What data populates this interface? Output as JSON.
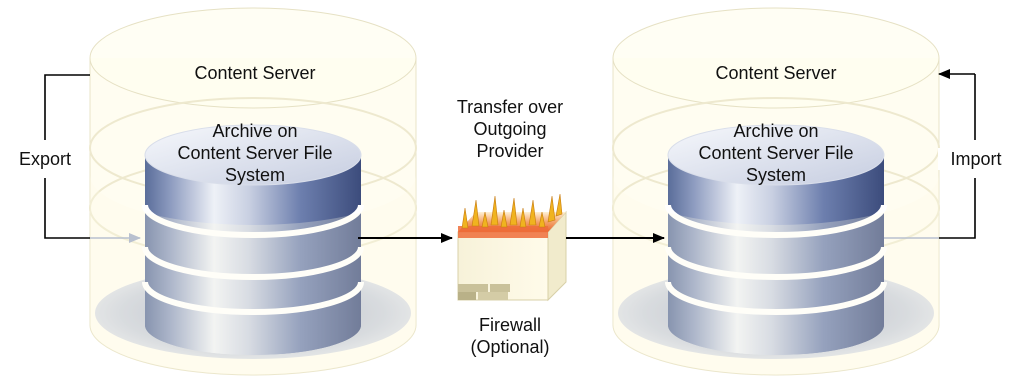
{
  "left_server": {
    "title": "Content Server",
    "archive_line1": "Archive on",
    "archive_line2": "Content Server File",
    "archive_line3": "System"
  },
  "right_server": {
    "title": "Content Server",
    "archive_line1": "Archive on",
    "archive_line2": "Content Server File",
    "archive_line3": "System"
  },
  "transfer": {
    "line1": "Transfer over",
    "line2": "Outgoing",
    "line3": "Provider"
  },
  "firewall": {
    "line1": "Firewall",
    "line2": "(Optional)"
  },
  "export_label": "Export",
  "import_label": "Import"
}
